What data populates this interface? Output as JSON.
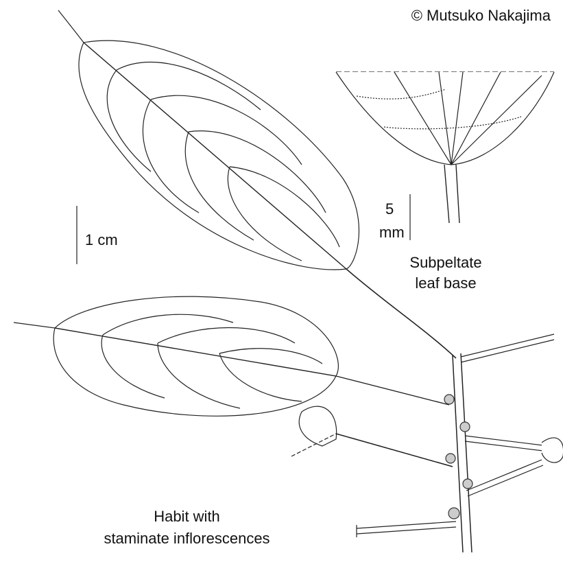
{
  "credit": "© Mutsuko Nakajima",
  "scale_large": "1 cm",
  "scale_small_value": "5",
  "scale_small_unit": "mm",
  "inset_label": [
    "Subpeltate",
    "leaf base"
  ],
  "habit_label": [
    "Habit with",
    "staminate inflorescences"
  ]
}
